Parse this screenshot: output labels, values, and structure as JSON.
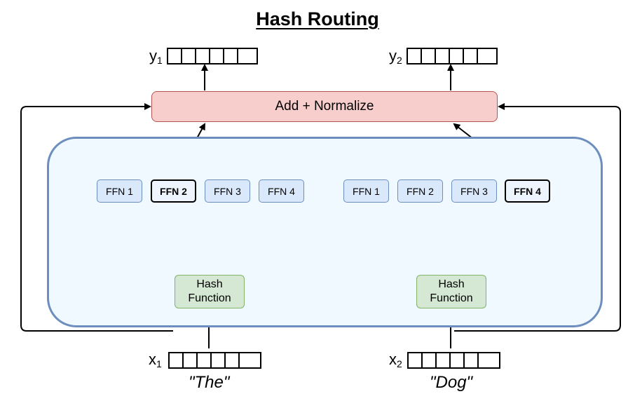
{
  "title": "Hash Routing",
  "add_normalize": "Add + Normalize",
  "outputs": [
    {
      "var": "y",
      "sub": "1"
    },
    {
      "var": "y",
      "sub": "2"
    }
  ],
  "inputs": [
    {
      "var": "x",
      "sub": "1",
      "word": "\"The\""
    },
    {
      "var": "x",
      "sub": "2",
      "word": "\"Dog\""
    }
  ],
  "left_experts": [
    "FFN 1",
    "FFN 2",
    "FFN 3",
    "FFN 4"
  ],
  "right_experts": [
    "FFN 1",
    "FFN 2",
    "FFN 3",
    "FFN 4"
  ],
  "selected": {
    "left": "FFN 2",
    "right": "FFN 4"
  },
  "hash_function": {
    "line1": "Hash",
    "line2": "Function"
  },
  "colors": {
    "add_norm_fill": "#f8cecc",
    "add_norm_stroke": "#b85450",
    "moe_fill": "#f0f9ff",
    "moe_stroke": "#6c8ebf",
    "ffn_fill": "#dae8fc",
    "ffn_stroke": "#6c8ebf",
    "hash_fill": "#d5e8d4",
    "hash_stroke": "#82b366"
  }
}
